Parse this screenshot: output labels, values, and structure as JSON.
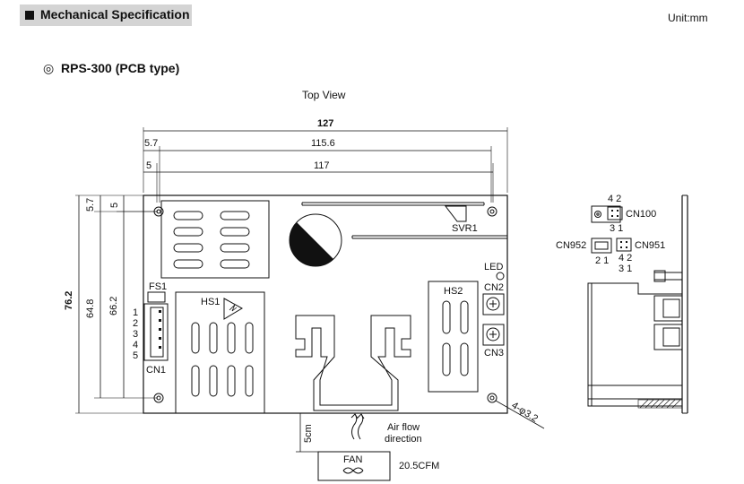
{
  "header": {
    "title": "Mechanical Specification",
    "unit": "Unit:mm"
  },
  "model": {
    "mark": "◎",
    "title": "RPS-300 (PCB type)"
  },
  "view_label": "Top View",
  "dimensions": {
    "overall_width": "127",
    "offset_a": "5.7",
    "span_a": "115.6",
    "offset_b": "5",
    "span_b": "117",
    "overall_height": "76.2",
    "side_a": "5.7",
    "side_b": "5",
    "height_a": "64.8",
    "height_b": "66.2",
    "holes": "4-φ3.2",
    "fan_gap": "5cm"
  },
  "components": {
    "fs1": "FS1",
    "hs1": "HS1",
    "hs2": "HS2",
    "svr1": "SVR1",
    "led": "LED",
    "cn1": "CN1",
    "cn1_pins": [
      "1",
      "2",
      "3",
      "4",
      "5"
    ],
    "cn2": "CN2",
    "cn3": "CN3"
  },
  "airflow": {
    "label": "Air flow",
    "label2": "direction"
  },
  "fan": {
    "label": "FAN",
    "rating": "20.5CFM"
  },
  "side_view": {
    "cn100": "CN100",
    "cn100_top": "4 2",
    "cn100_bottom": "3 1",
    "cn952": "CN952",
    "cn952_pins": "2 1",
    "cn951": "CN951",
    "cn951_top": "4 2",
    "cn951_bottom": "3 1"
  }
}
